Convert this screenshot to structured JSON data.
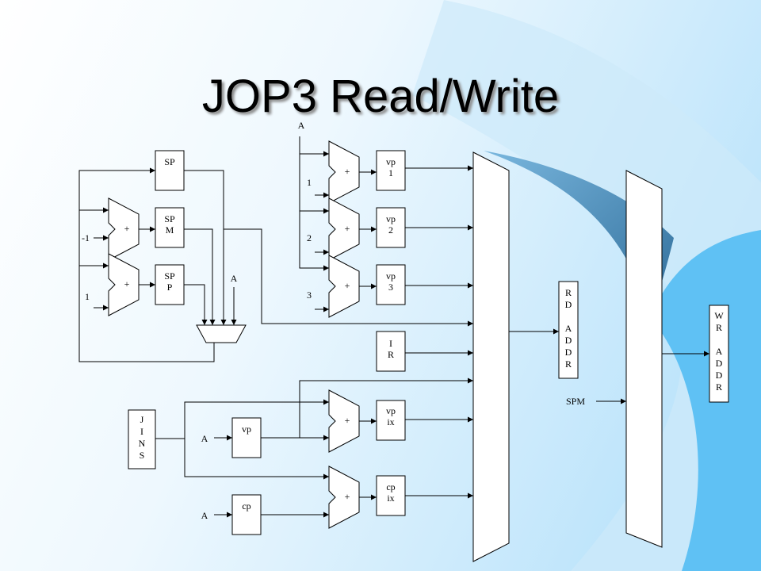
{
  "slide": {
    "title": "JOP3 Read/Write"
  },
  "colors": {
    "background_top": "#ffffff",
    "background_accent": "#5fc1f4",
    "swoosh_dark": "#2f6d9a",
    "line": "#000000"
  },
  "diagram": {
    "registers": {
      "sp": [
        "SP"
      ],
      "spm": [
        "SP",
        "M"
      ],
      "spp": [
        "SP",
        "P"
      ],
      "vp1": [
        "vp",
        "1"
      ],
      "vp2": [
        "vp",
        "2"
      ],
      "vp3": [
        "vp",
        "3"
      ],
      "ir": [
        "I",
        "R"
      ],
      "jins": [
        "J",
        "I",
        "N",
        "S"
      ],
      "vp": [
        "vp"
      ],
      "cp": [
        "cp"
      ],
      "vpix": [
        "vp",
        "ix"
      ],
      "cpix": [
        "cp",
        "ix"
      ],
      "rdaddr": [
        "R",
        "D",
        "",
        "A",
        "D",
        "D",
        "R"
      ],
      "wraddr": [
        "W",
        "R",
        "",
        "A",
        "D",
        "D",
        "R"
      ]
    },
    "adders": {
      "sp_dec": "+",
      "sp_inc": "+",
      "vp1": "+",
      "vp2": "+",
      "vp3": "+",
      "vpix": "+",
      "cpix": "+"
    },
    "inputs": {
      "minus_one": "-1",
      "one_sp": "1",
      "a_top": "A",
      "one_vp": "1",
      "two_vp": "2",
      "three_vp": "3",
      "a_mux": "A",
      "a_vp": "A",
      "a_cp": "A",
      "spm": "SPM"
    }
  }
}
